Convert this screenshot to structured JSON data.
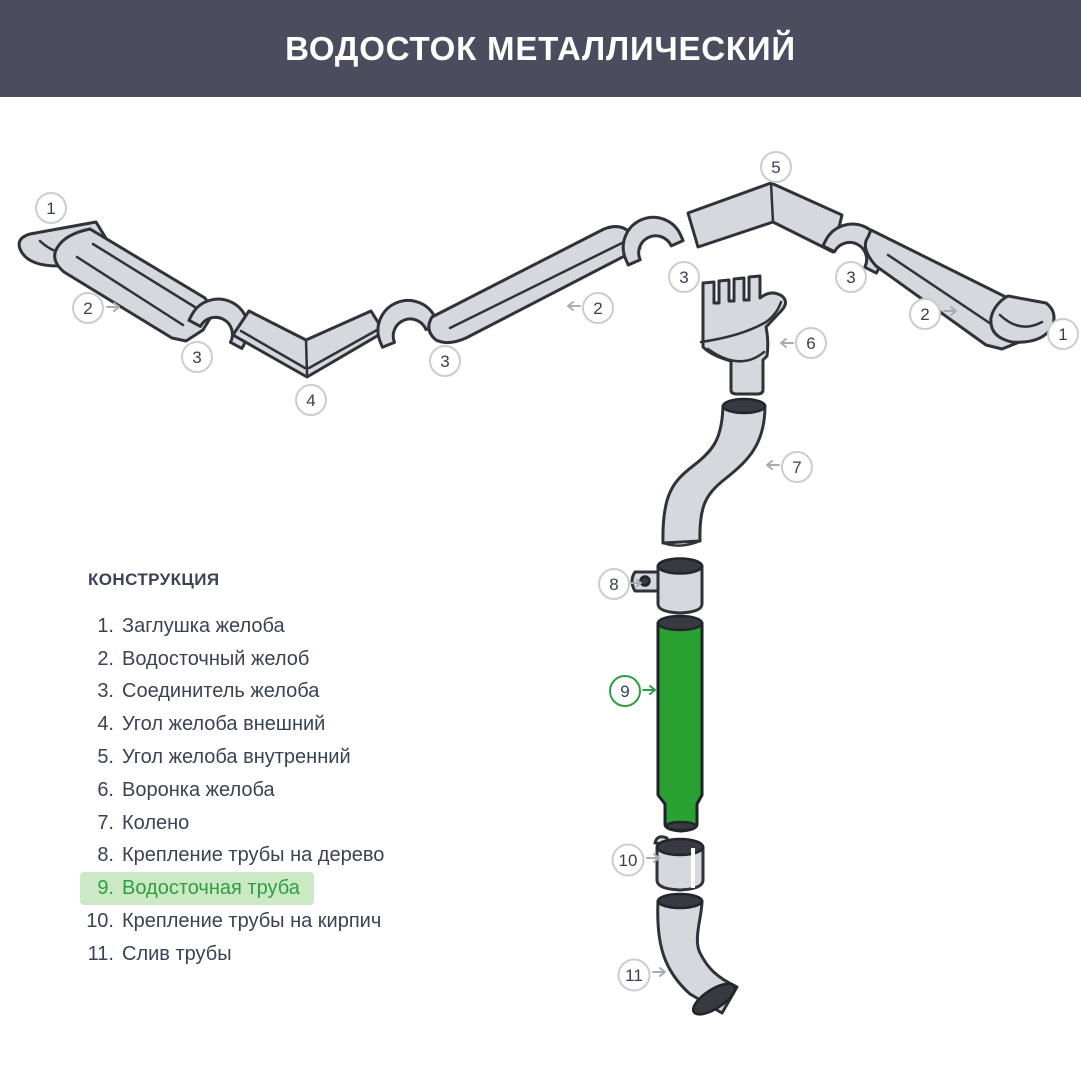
{
  "header": {
    "title": "ВОДОСТОК МЕТАЛЛИЧЕСКИЙ"
  },
  "legend": {
    "title": "КОНСТРУКЦИЯ",
    "items": [
      {
        "num": "1.",
        "label": "Заглушка желоба",
        "highlighted": false
      },
      {
        "num": "2.",
        "label": "Водосточный желоб",
        "highlighted": false
      },
      {
        "num": "3.",
        "label": "Соединитель желоба",
        "highlighted": false
      },
      {
        "num": "4.",
        "label": "Угол желоба внешний",
        "highlighted": false
      },
      {
        "num": "5.",
        "label": "Угол желоба внутренний",
        "highlighted": false
      },
      {
        "num": "6.",
        "label": "Воронка желоба",
        "highlighted": false
      },
      {
        "num": "7.",
        "label": "Колено",
        "highlighted": false
      },
      {
        "num": "8.",
        "label": "Крепление трубы на дерево",
        "highlighted": false
      },
      {
        "num": "9.",
        "label": "Водосточная труба",
        "highlighted": true
      },
      {
        "num": "10.",
        "label": "Крепление трубы на кирпич",
        "highlighted": false
      },
      {
        "num": "11.",
        "label": "Слив трубы",
        "highlighted": false
      }
    ]
  },
  "diagram": {
    "callouts": [
      "1",
      "2",
      "3",
      "4",
      "3",
      "2",
      "3",
      "5",
      "3",
      "2",
      "1",
      "6",
      "7",
      "8",
      "9",
      "10",
      "11"
    ]
  },
  "colors": {
    "header_bg": "#4b4c5d",
    "part_fill": "#d6d8de",
    "part_outline": "#303239",
    "pipe_green": "#2aa233",
    "highlight_bg": "#cbe9c4",
    "highlight_text": "#2f9e41",
    "callout_ring": "#c9ccd2",
    "text": "#3b4254"
  }
}
